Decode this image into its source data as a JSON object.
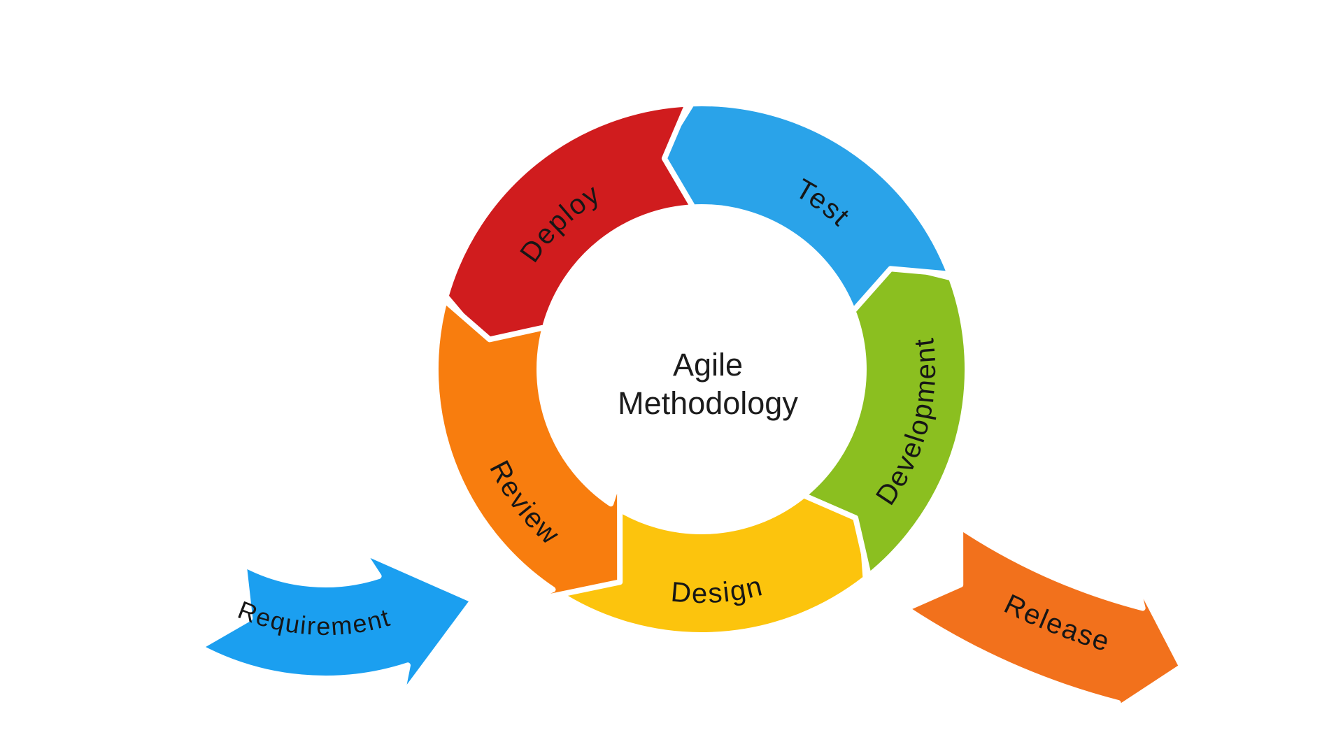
{
  "diagram": {
    "title": {
      "line1": "Agile",
      "line2": "Methodology"
    },
    "steps": [
      {
        "label": "Design",
        "color": "#fcc40d"
      },
      {
        "label": "Development",
        "color": "#8bbf20"
      },
      {
        "label": "Test",
        "color": "#2aa3e9"
      },
      {
        "label": "Deploy",
        "color": "#d01c1e"
      },
      {
        "label": "Review",
        "color": "#f87d0e"
      }
    ],
    "flows": [
      {
        "label": "Requirement",
        "color": "#1b9ff0"
      },
      {
        "label": "Release",
        "color": "#f2711c"
      }
    ],
    "colors": {
      "background": "#ffffff",
      "label_text": "#161616"
    }
  }
}
